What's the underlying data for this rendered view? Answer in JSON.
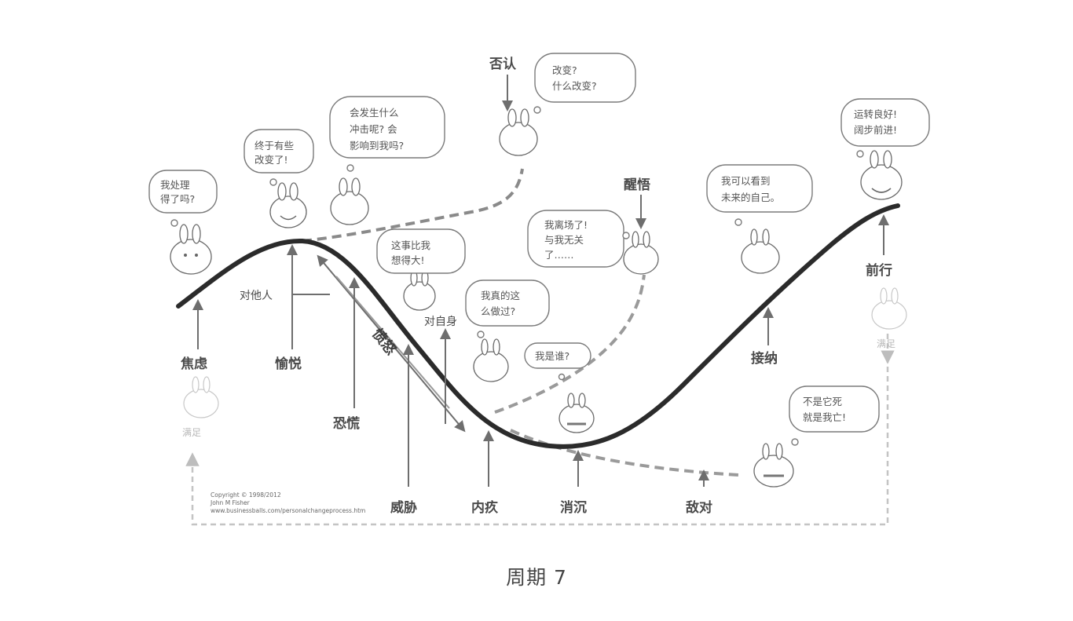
{
  "caption": "周期 7",
  "copyright": {
    "line1": "Copyright © 1998/2012",
    "line2": "John M Fisher",
    "line3": "www.businessballs.com/personalchangeprocess.htm"
  },
  "stages": {
    "anxiety": "焦虑",
    "happiness": "愉悦",
    "fear": "恐慌",
    "anger": "愤怒",
    "threat": "威胁",
    "guilt": "内疚",
    "depression": "消沉",
    "hostility": "敌对",
    "acceptance": "接纳",
    "moving_forward": "前行",
    "denial": "否认",
    "awakening": "醒悟",
    "to_others": "对他人",
    "to_self": "对自身",
    "satisfied_left": "满足",
    "satisfied_right": "满足"
  },
  "bubbles": {
    "can_i_cope": [
      "我处理",
      "得了吗?"
    ],
    "finally_change": [
      "终于有些",
      "改变了!"
    ],
    "what_impact": [
      "会发生什么",
      "冲击呢? 会",
      "影响到我吗?"
    ],
    "change_what": [
      "改变?",
      "什么改变?"
    ],
    "bigger_than_thought": [
      "这事比我",
      "想得大!"
    ],
    "leaving": [
      "我离场了!",
      "与我无关",
      "了……"
    ],
    "did_i_do_that": [
      "我真的这",
      "么做过?"
    ],
    "who_am_i": [
      "我是谁?"
    ],
    "can_see_future": [
      "我可以看到",
      "未来的自己。"
    ],
    "going_well": [
      "运转良好!",
      "阔步前进!"
    ],
    "me_or_it": [
      "不是它死",
      "就是我亡!"
    ]
  }
}
